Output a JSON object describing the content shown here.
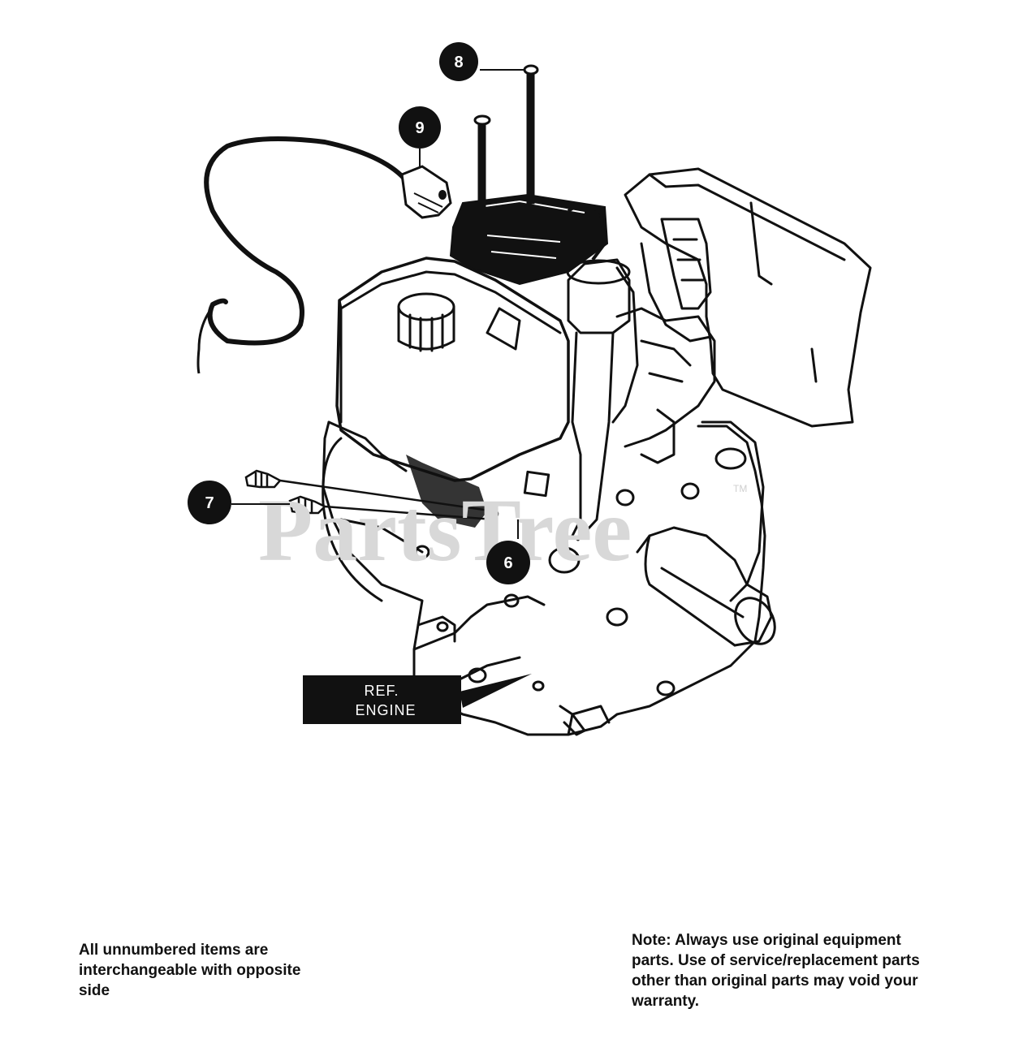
{
  "callouts": [
    {
      "id": "6",
      "label": "6"
    },
    {
      "id": "7",
      "label": "7"
    },
    {
      "id": "8",
      "label": "8"
    },
    {
      "id": "9",
      "label": "9"
    }
  ],
  "ref_label": {
    "line1": "REF.",
    "line2": "ENGINE"
  },
  "watermark": {
    "text": "PartsTree",
    "tm": "TM"
  },
  "notes": {
    "left": "All unnumbered items are\ninterchangeable with opposite\nside",
    "right": "Note: Always use original equipment\nparts.  Use of service/replacement parts\nother than original parts may void your\nwarranty."
  }
}
